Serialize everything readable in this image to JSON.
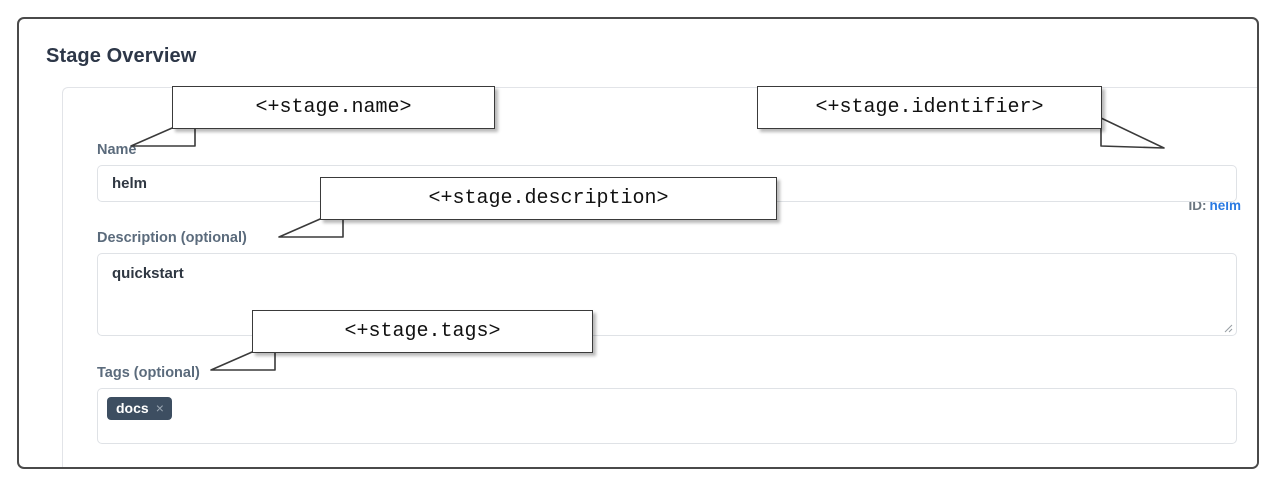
{
  "page": {
    "title": "Stage Overview"
  },
  "identifier": {
    "key_label": "ID:",
    "value": "helm",
    "value_color": "#2a7ae2"
  },
  "form": {
    "fields": [
      {
        "name": "name",
        "label": "Name",
        "value": "helm",
        "control": "text-input"
      },
      {
        "name": "description",
        "label": "Description (optional)",
        "value": "quickstart",
        "control": "textarea"
      },
      {
        "name": "tags",
        "label": "Tags (optional)",
        "control": "tags-input",
        "tags": [
          {
            "label": "docs",
            "remove_glyph": "×"
          }
        ]
      }
    ]
  },
  "annotations": [
    {
      "name": "stage-name",
      "text": "<+stage.name>"
    },
    {
      "name": "stage-identifier",
      "text": "<+stage.identifier>"
    },
    {
      "name": "stage-description",
      "text": "<+stage.description>"
    },
    {
      "name": "stage-tags",
      "text": "<+stage.tags>"
    }
  ],
  "colors": {
    "label": "#5b6b7c",
    "title": "#2d3748",
    "chip_background": "#3d4e61",
    "link": "#2a7ae2",
    "frame_border": "#4a4a4a"
  }
}
